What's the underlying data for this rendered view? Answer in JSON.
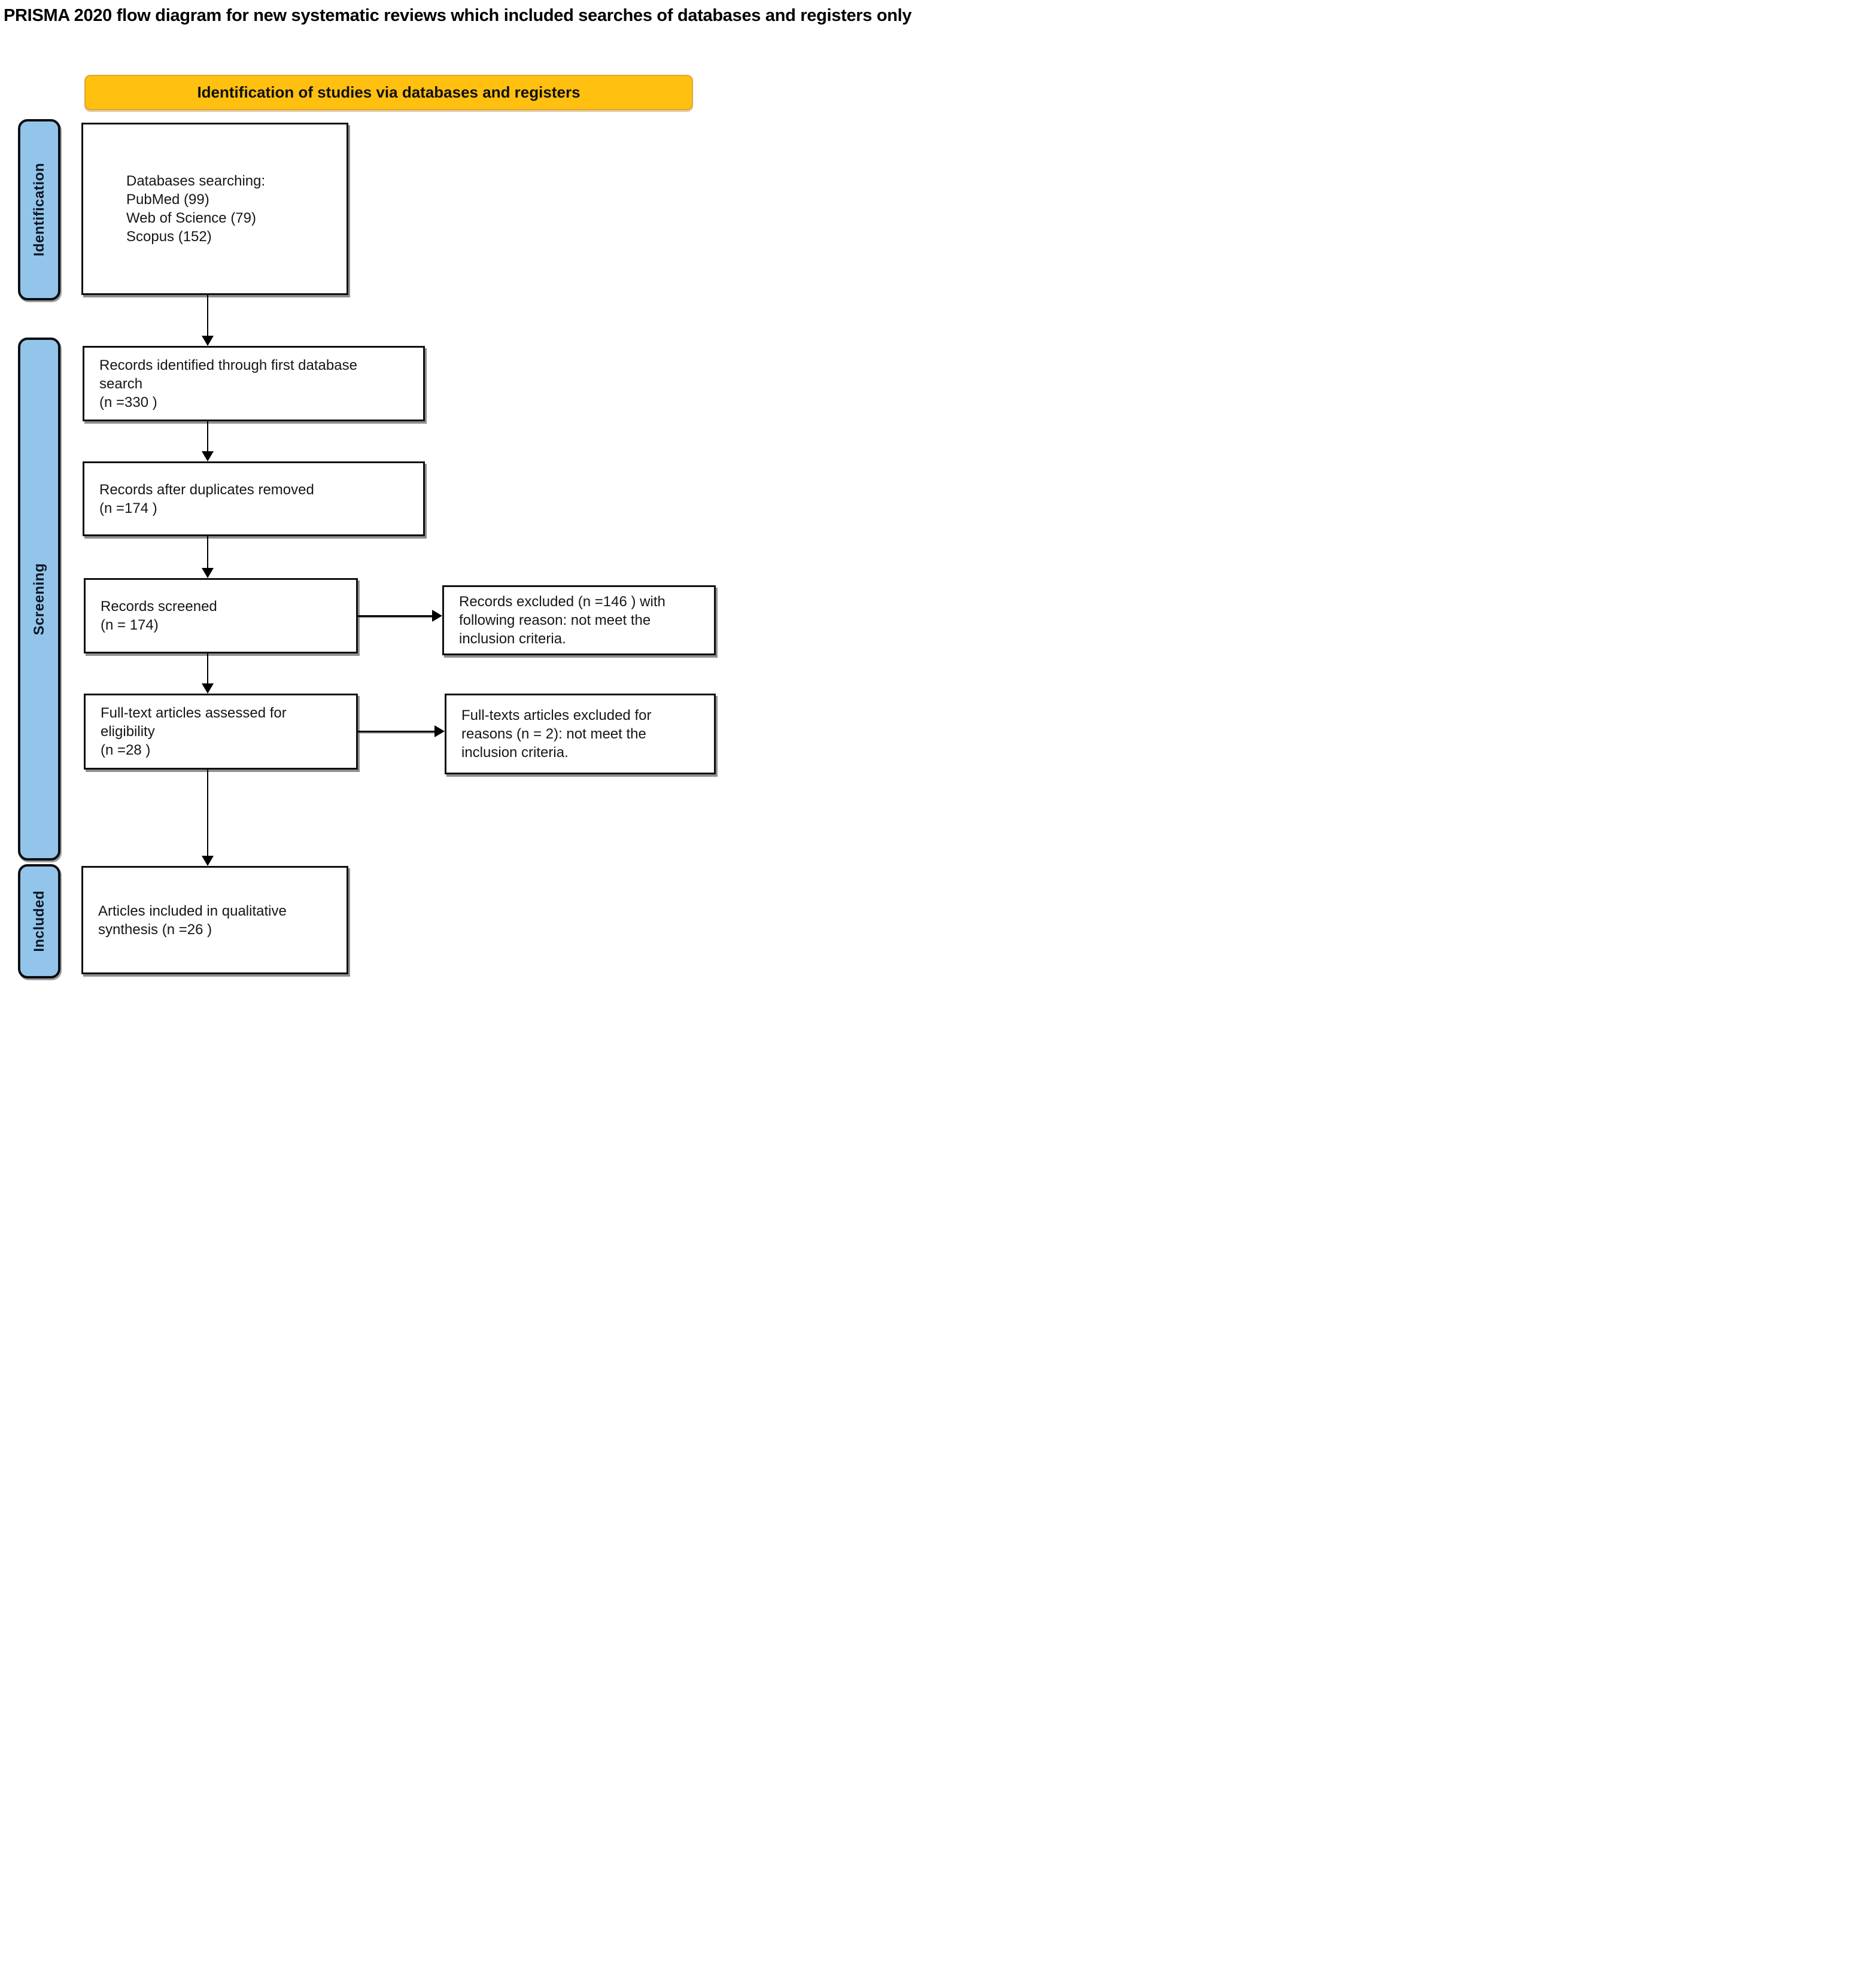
{
  "title": "PRISMA 2020 flow diagram for new systematic reviews which included searches of databases and registers only",
  "banner": {
    "label": "Identification of studies via databases and registers"
  },
  "colors": {
    "banner-fill": "#FFC010",
    "banner-border": "#E2A437",
    "stage-fill": "#92C5E9",
    "stage-border": "#0A0D12",
    "box-border": "#101010",
    "arrow": "#000000"
  },
  "stages": [
    {
      "label": "Identification"
    },
    {
      "label": "Screening"
    },
    {
      "label": "Included"
    }
  ],
  "boxes": {
    "databases": {
      "lines": [
        "Databases searching:",
        "PubMed (99)",
        "Web of Science (79)",
        "Scopus (152)"
      ]
    },
    "identified": {
      "lines": [
        "Records identified through first database",
        "search",
        "(n =330 )"
      ]
    },
    "deduplicated": {
      "lines": [
        "Records after duplicates removed",
        "(n =174 )"
      ]
    },
    "screened": {
      "lines": [
        "Records screened",
        "(n = 174)"
      ]
    },
    "records_excluded": {
      "lines": [
        "Records excluded (n =146 ) with",
        "following reason: not meet the",
        "inclusion criteria."
      ]
    },
    "fulltext_assessed": {
      "lines": [
        "Full-text articles assessed for",
        "eligibility",
        "(n =28 )"
      ]
    },
    "fulltext_excluded": {
      "lines": [
        "Full-texts articles excluded for",
        "reasons (n = 2): not meet the",
        "inclusion criteria."
      ]
    },
    "included_synthesis": {
      "lines": [
        "Articles included in qualitative",
        "synthesis (n =26 )"
      ]
    }
  }
}
